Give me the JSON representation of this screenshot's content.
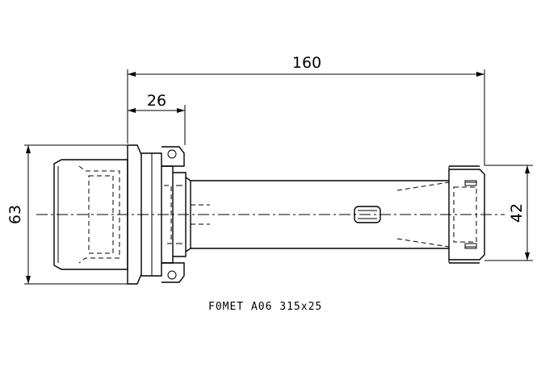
{
  "dimensions": {
    "overall_length": "160",
    "flange_length": "26",
    "flange_diameter": "63",
    "nut_diameter": "42"
  },
  "caption": "F0MET A06 315x25"
}
